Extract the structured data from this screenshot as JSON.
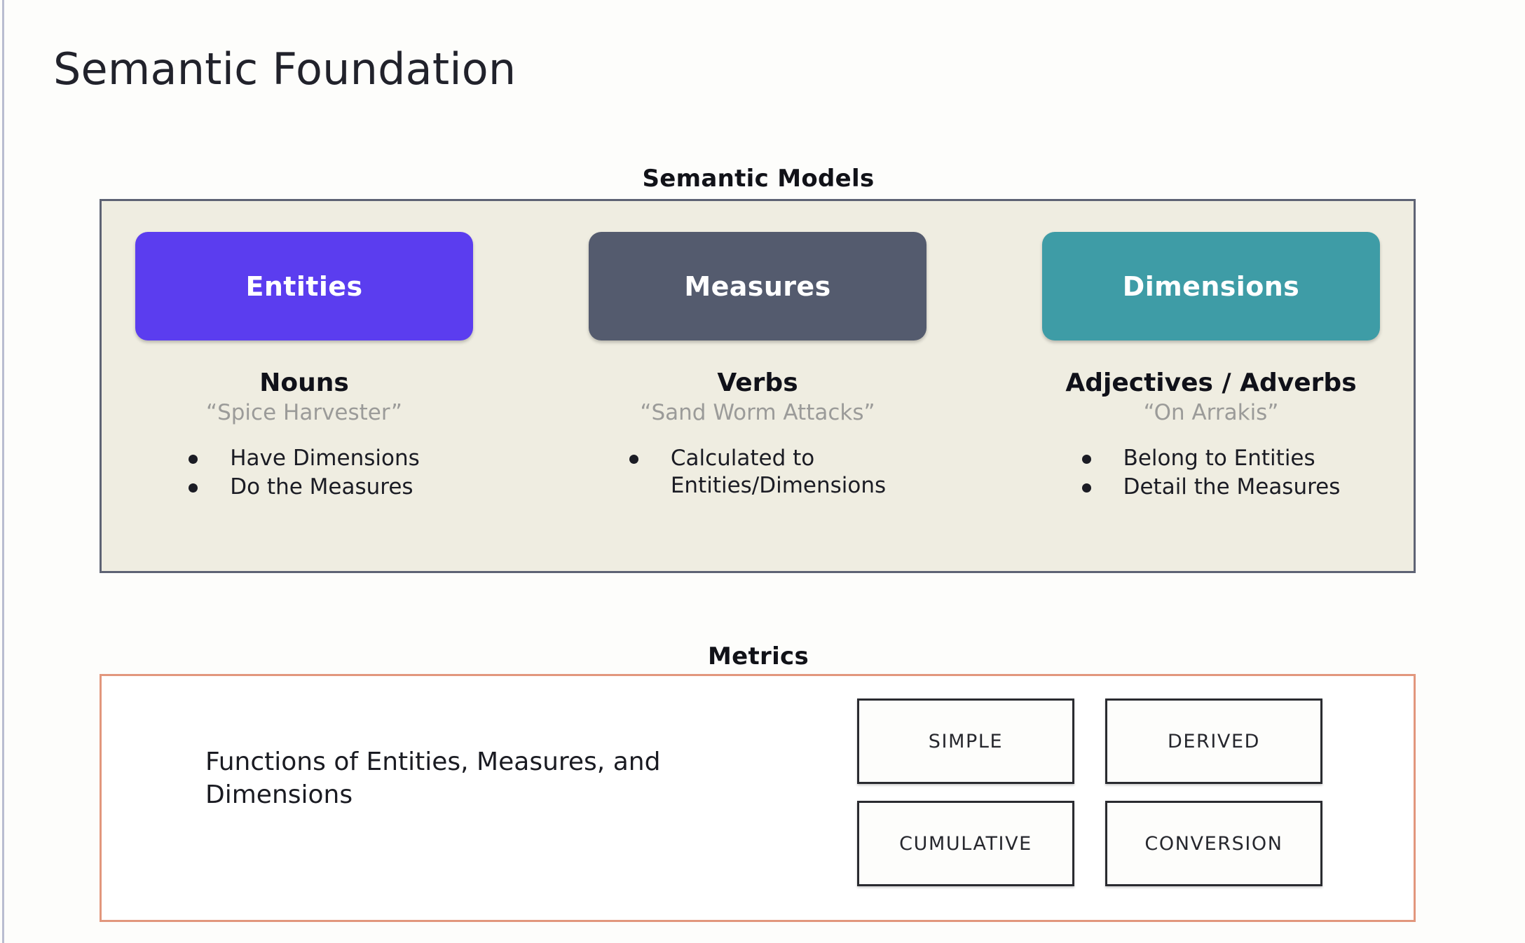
{
  "slide": {
    "title": "Semantic Foundation"
  },
  "semantic_models": {
    "header": "Semantic Models",
    "panel_bg": "#EFEDE1",
    "panel_border": "#5E6374",
    "columns": [
      {
        "card_label": "Entities",
        "card_color": "#5B3DEF",
        "part_of_speech": "Nouns",
        "example": "“Spice Harvester”",
        "bullets": [
          "Have Dimensions",
          "Do the Measures"
        ]
      },
      {
        "card_label": "Measures",
        "card_color": "#545B6E",
        "part_of_speech": "Verbs",
        "example": "“Sand Worm Attacks”",
        "bullets": [
          "Calculated to\nEntities/Dimensions"
        ]
      },
      {
        "card_label": "Dimensions",
        "card_color": "#3E9CA6",
        "part_of_speech": "Adjectives / Adverbs",
        "example": "“On Arrakis”",
        "bullets": [
          "Belong to Entities",
          "Detail the Measures"
        ]
      }
    ]
  },
  "metrics": {
    "header": "Metrics",
    "panel_border": "#E2977D",
    "description": "Functions of Entities, Measures, and Dimensions",
    "types": [
      "SIMPLE",
      "DERIVED",
      "CUMULATIVE",
      "CONVERSION"
    ]
  }
}
